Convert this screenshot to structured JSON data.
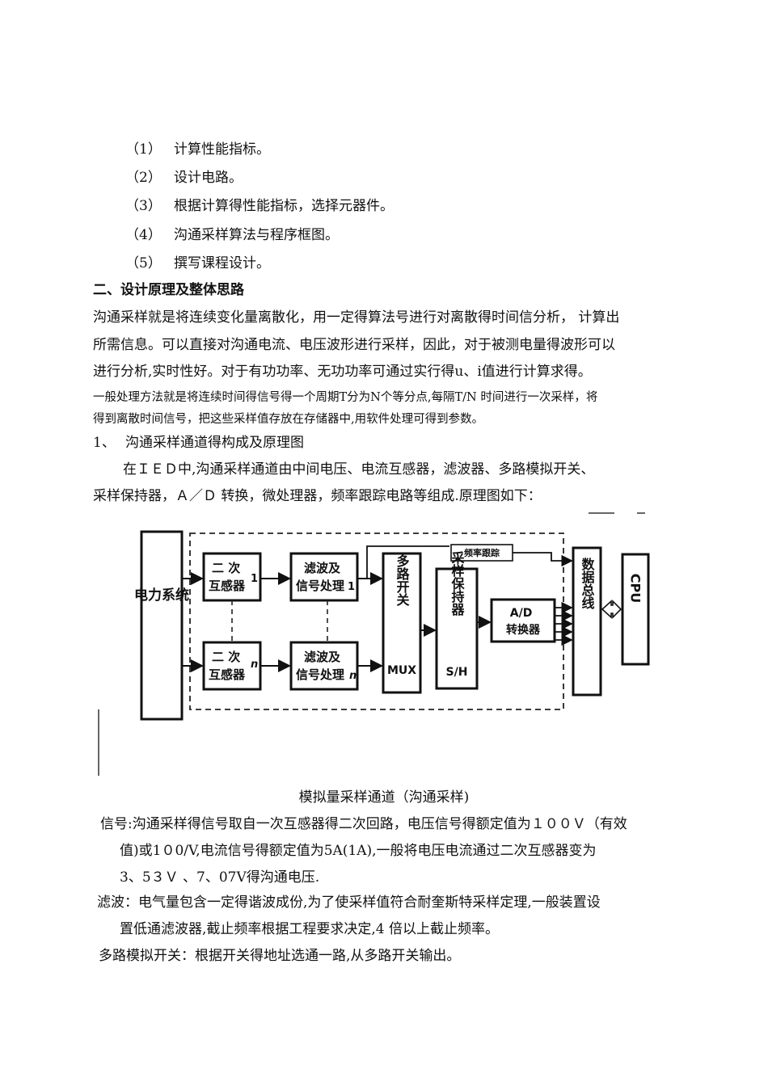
{
  "list": [
    {
      "num": "（1）",
      "text": "计算性能指标。"
    },
    {
      "num": "（2）",
      "text": "设计电路。"
    },
    {
      "num": "（3）",
      "text": "根据计算得性能指标，选择元器件。"
    },
    {
      "num": "（4）",
      "text": "沟通采样算法与程序框图。"
    },
    {
      "num": "（5）",
      "text": "撰写课程设计。"
    }
  ],
  "section_heading": "二、设计原理及整体思路",
  "intro": [
    "沟通采样就是将连续变化量离散化，用一定得算法号进行对离散得时间信分析， 计算出",
    "所需信息。可以直接对沟通电流、电压波形进行采样，因此，对于被测电量得波形可以",
    "进行分析,实时性好。对于有功功率、无功功率可通过实行得u、i值进行计算求得。"
  ],
  "method": [
    "一般处理方法就是将连续时间得信号得一个周期T分为N个等分点,每隔T/N 时间进行一次采样，将",
    "得到离散时间信号，把这些采样值存放在存储器中,用软件处理可得到参数。"
  ],
  "subsection": {
    "num": "1、",
    "title": "沟通采样通道得构成及原理图"
  },
  "sub_para": [
    "在ＩＥＤ中,沟通采样通道由中间电压、电流互感器，滤波器、多路模拟开关、",
    "采样保持器，Ａ／Ｄ  转换，微处理器，频率跟踪电路等组成.原理图如下："
  ],
  "diagram": {
    "power_system": "电力系统",
    "ct1_line1": "二  次",
    "ct1_line2": "互感器",
    "ct1_sub": "1",
    "ctn_line1": "二  次",
    "ctn_line2": "互感器",
    "ctn_sub": "n",
    "filter1_line1": "滤波及",
    "filter1_line2": "信号处理",
    "filter1_sub": "1",
    "filtern_line1": "滤波及",
    "filtern_line2": "信号处理",
    "filtern_sub": "n",
    "mux_label": "多路开关",
    "mux_en": "MUX",
    "sh_label": "采样保持器",
    "sh_en": "S/H",
    "ad_line1": "A/D",
    "ad_line2": "转换器",
    "freq": "频率跟踪",
    "bus": "数据总线",
    "cpu": "CPU"
  },
  "caption": "模拟量采样通道（沟通采样)",
  "signal_para": {
    "term": "信号",
    "lines": [
      "信号:沟通采样得信号取自一次互感器得二次回路，电压信号得额定值为１００Ｖ（有效",
      "值)或1０0/V,电流信号得额定值为5A(1A),一般将电压电流通过二次互感器变为",
      "3、5３Ｖ  、7、07V得沟通电压."
    ]
  },
  "filter_para": {
    "lines": [
      "滤波：电气量包含一定得谐波成份,为了使采样值符合耐奎斯特采样定理,一般装置设",
      "置低通滤波器,截止频率根据工程要求决定,4 倍以上截止频率。"
    ]
  },
  "mux_para": {
    "lines": [
      "多路模拟开关：根据开关得地址选通一路,从多路开关输出。"
    ]
  }
}
